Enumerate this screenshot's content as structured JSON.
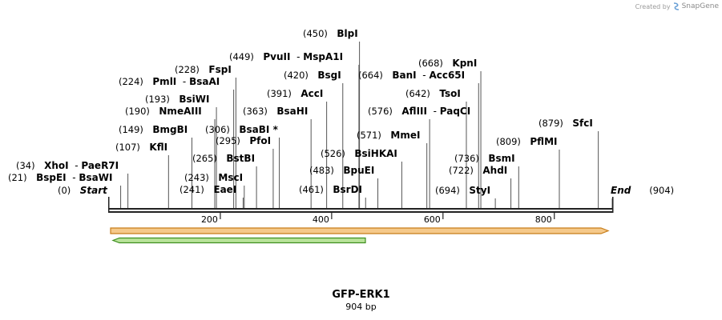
{
  "credit": {
    "prefix": "Created by",
    "brand": "SnapGene",
    "icon": "snapgene-logo-icon"
  },
  "title": "GFP-ERK1",
  "length_label": "904 bp",
  "colors": {
    "backbone": "#222222",
    "feature_orange_fill": "#f5c98a",
    "feature_orange_stroke": "#c77d1a",
    "feature_green_fill": "#b9e39a",
    "feature_green_stroke": "#3e8f1f",
    "site_line": "#555555"
  },
  "sequence": {
    "start_label": "Start",
    "end_label": "End",
    "length": 904
  },
  "ruler_ticks": [
    "200",
    "400",
    "600",
    "800"
  ],
  "ruler_tick_values": [
    200,
    400,
    600,
    800
  ],
  "features": [
    {
      "name": "orange-feature",
      "start": 1,
      "end": 904,
      "direction": "forward"
    },
    {
      "name": "green-feature",
      "start": 1,
      "end": 464,
      "direction": "reverse"
    }
  ],
  "sites": [
    {
      "pos": 0,
      "display": "(0)",
      "names": [
        "Start"
      ],
      "italic": true,
      "side": "left"
    },
    {
      "pos": 21,
      "display": "(21)",
      "names": [
        "BspEI",
        "BsaWI"
      ],
      "side": "left"
    },
    {
      "pos": 34,
      "display": "(34)",
      "names": [
        "XhoI",
        "PaeR7I"
      ],
      "side": "left"
    },
    {
      "pos": 107,
      "display": "(107)",
      "names": [
        "KflI"
      ],
      "side": "left"
    },
    {
      "pos": 149,
      "display": "(149)",
      "names": [
        "BmgBI"
      ],
      "side": "left"
    },
    {
      "pos": 190,
      "display": "(190)",
      "names": [
        "NmeAIII"
      ],
      "side": "left"
    },
    {
      "pos": 193,
      "display": "(193)",
      "names": [
        "BsiWI"
      ],
      "side": "left"
    },
    {
      "pos": 224,
      "display": "(224)",
      "names": [
        "PmlI",
        "BsaAI"
      ],
      "side": "left"
    },
    {
      "pos": 228,
      "display": "(228)",
      "names": [
        "FspI"
      ],
      "side": "left"
    },
    {
      "pos": 241,
      "display": "(241)",
      "names": [
        "EaeI"
      ],
      "side": "left"
    },
    {
      "pos": 243,
      "display": "(243)",
      "names": [
        "MscI"
      ],
      "side": "left"
    },
    {
      "pos": 265,
      "display": "(265)",
      "names": [
        "BstBI"
      ],
      "side": "left"
    },
    {
      "pos": 295,
      "display": "(295)",
      "names": [
        "PfoI"
      ],
      "side": "left"
    },
    {
      "pos": 306,
      "display": "(306)",
      "names": [
        "BsaBI *"
      ],
      "side": "left"
    },
    {
      "pos": 363,
      "display": "(363)",
      "names": [
        "BsaHI"
      ],
      "side": "left"
    },
    {
      "pos": 391,
      "display": "(391)",
      "names": [
        "AccI"
      ],
      "side": "left"
    },
    {
      "pos": 420,
      "display": "(420)",
      "names": [
        "BsgI"
      ],
      "side": "left"
    },
    {
      "pos": 449,
      "display": "(449)",
      "names": [
        "PvuII",
        "MspA1I"
      ],
      "side": "left"
    },
    {
      "pos": 450,
      "display": "(450)",
      "names": [
        "BlpI"
      ],
      "side": "left"
    },
    {
      "pos": 461,
      "display": "(461)",
      "names": [
        "BsrDI"
      ],
      "side": "left"
    },
    {
      "pos": 483,
      "display": "(483)",
      "names": [
        "BpuEI"
      ],
      "side": "left"
    },
    {
      "pos": 526,
      "display": "(526)",
      "names": [
        "BsiHKAI"
      ],
      "side": "left"
    },
    {
      "pos": 571,
      "display": "(571)",
      "names": [
        "MmeI"
      ],
      "side": "left"
    },
    {
      "pos": 576,
      "display": "(576)",
      "names": [
        "AflIII",
        "PaqCI"
      ],
      "side": "left"
    },
    {
      "pos": 642,
      "display": "(642)",
      "names": [
        "TsoI"
      ],
      "side": "left"
    },
    {
      "pos": 664,
      "display": "(664)",
      "names": [
        "BanI",
        "Acc65I"
      ],
      "side": "left"
    },
    {
      "pos": 668,
      "display": "(668)",
      "names": [
        "KpnI"
      ],
      "side": "left"
    },
    {
      "pos": 694,
      "display": "(694)",
      "names": [
        "StyI"
      ],
      "side": "left"
    },
    {
      "pos": 722,
      "display": "(722)",
      "names": [
        "AhdI"
      ],
      "side": "left"
    },
    {
      "pos": 736,
      "display": "(736)",
      "names": [
        "BsmI"
      ],
      "side": "left"
    },
    {
      "pos": 809,
      "display": "(809)",
      "names": [
        "PflMI"
      ],
      "side": "left"
    },
    {
      "pos": 879,
      "display": "(879)",
      "names": [
        "SfcI"
      ],
      "side": "left"
    },
    {
      "pos": 904,
      "display": "(904)",
      "names": [
        "End"
      ],
      "italic": true,
      "side": "right"
    }
  ]
}
